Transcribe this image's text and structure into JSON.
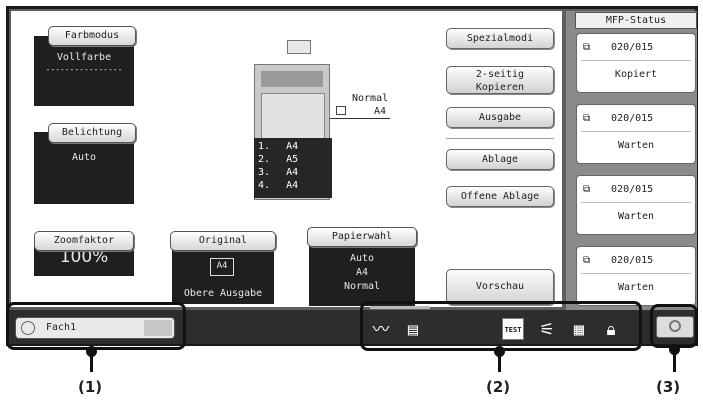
{
  "left_panel": {
    "farbmodus": {
      "label": "Farbmodus",
      "value": "Vollfarbe",
      "sub": "----------------"
    },
    "belichtung": {
      "label": "Belichtung",
      "value": "Auto"
    },
    "zoomfaktor": {
      "label": "Zoomfaktor",
      "value": "100%"
    },
    "original": {
      "label": "Original",
      "paper": "A4",
      "sub": "Obere Ausgabe"
    },
    "papierwahl": {
      "label": "Papierwahl",
      "line1": "Auto",
      "line2": "A4",
      "line3": "Normal"
    }
  },
  "machine": {
    "output_type": "Normal",
    "output_size": "A4",
    "trays": [
      {
        "num": "1.",
        "size": "A4"
      },
      {
        "num": "2.",
        "size": "A5"
      },
      {
        "num": "3.",
        "size": "A4"
      },
      {
        "num": "4.",
        "size": "A4"
      }
    ]
  },
  "right_buttons": {
    "spezialmodi": "Spezialmodi",
    "duplex_line1": "2-seitig",
    "duplex_line2": "Kopieren",
    "ausgabe": "Ausgabe",
    "ablage": "Ablage",
    "offene_ablage": "Offene Ablage",
    "vorschau": "Vorschau"
  },
  "status": {
    "title": "MFP-Status",
    "jobs": [
      {
        "count": "020/015",
        "state": "Kopiert"
      },
      {
        "count": "020/015",
        "state": "Warten"
      },
      {
        "count": "020/015",
        "state": "Warten"
      },
      {
        "count": "020/015",
        "state": "Warten"
      }
    ]
  },
  "bottom": {
    "account_field": "Fach1",
    "test_label": "TEST"
  },
  "captions": {
    "c1": "(1)",
    "c2": "(2)",
    "c3": "(3)"
  }
}
